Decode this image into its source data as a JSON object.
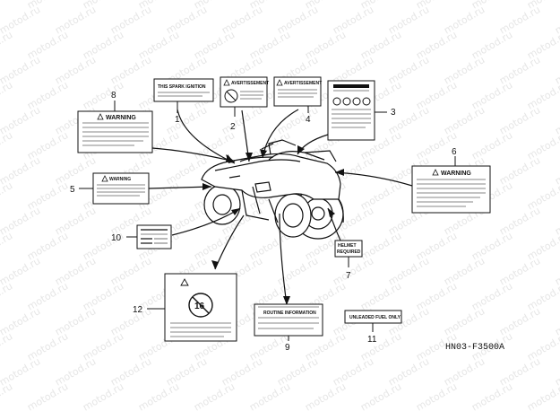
{
  "watermark": "motod.ru",
  "drawing_code": "HN03-F3500A",
  "labels": {
    "l1": {
      "number": "1",
      "text": "THIS SPARK IGNITION"
    },
    "l2": {
      "number": "2",
      "text": "AVERTISSEMENT"
    },
    "l3": {
      "number": "3"
    },
    "l4": {
      "number": "4",
      "text": "AVERTISSEMENT"
    },
    "l5": {
      "number": "5",
      "text": "WARNING"
    },
    "l6": {
      "number": "6",
      "text": "WARNING"
    },
    "l7": {
      "number": "7",
      "text": "HELMET\nREQUIRED"
    },
    "l8": {
      "number": "8",
      "text": "WARNING"
    },
    "l9": {
      "number": "9",
      "text": "ROUTINE INFORMATION"
    },
    "l10": {
      "number": "10"
    },
    "l11": {
      "number": "11",
      "text": "UNLEADED FUEL ONLY"
    },
    "l12": {
      "number": "12",
      "text": "16"
    }
  }
}
